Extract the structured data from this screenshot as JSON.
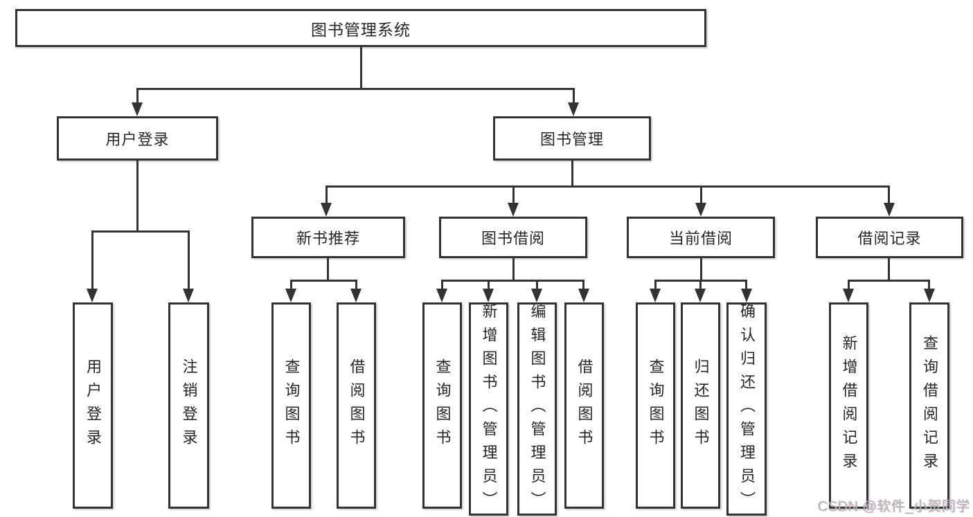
{
  "diagram": {
    "type": "hierarchy-tree",
    "title": "图书管理系统",
    "tree": {
      "root": "图书管理系统",
      "children": [
        {
          "label": "用户登录",
          "children": [
            "用户登录",
            "注销登录"
          ]
        },
        {
          "label": "图书管理",
          "children": [
            {
              "label": "新书推荐",
              "children": [
                "查询图书",
                "借阅图书"
              ]
            },
            {
              "label": "图书借阅",
              "children": [
                "查询图书",
                "新增图书（管理员）",
                "编辑图书（管理员）",
                "借阅图书"
              ]
            },
            {
              "label": "当前借阅",
              "children": [
                "查询图书",
                "归还图书",
                "确认归还（管理员）"
              ]
            },
            {
              "label": "借阅记录",
              "children": [
                "新增借阅记录",
                "查询借阅记录"
              ]
            }
          ]
        }
      ]
    },
    "colors": {
      "line": "#333333",
      "text": "#262626",
      "background": "#ffffff",
      "watermark": "#b6b6bb"
    }
  },
  "watermark": {
    "text": "CSDN @软件_小贺同学"
  }
}
